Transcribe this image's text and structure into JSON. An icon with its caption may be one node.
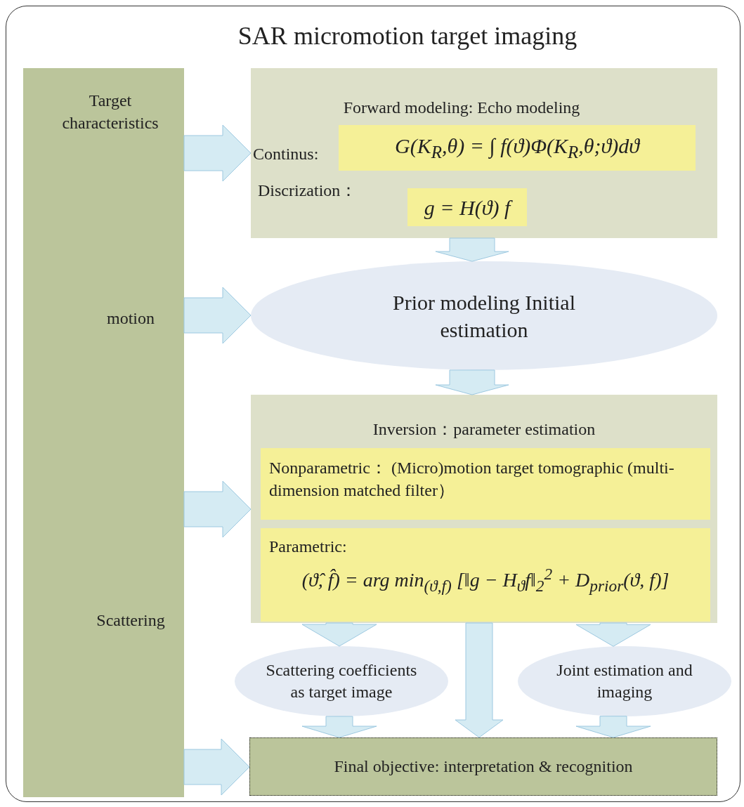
{
  "diagram": {
    "title": "SAR micromotion target imaging",
    "nodes": [
      {
        "text": [
          "Target characteristics",
          "motion",
          "Scattering"
        ]
      },
      {
        "text": [
          "Forward modeling: Echo modeling",
          "Continus:",
          "Discrization："
        ]
      },
      {
        "text": [
          "G(K$_{R}$,θ) = ∫ f(ϑ)Φ(K$_{R}$,θ;ϑ)dϑ"
        ],
        "in": 1
      },
      {
        "text": [
          "g = H(ϑ) f"
        ],
        "in": 1
      },
      {
        "text": [
          "Prior modeling Initial estimation"
        ]
      },
      {
        "text": [
          "Inversion：parameter estimation"
        ]
      },
      {
        "text": [
          "Nonparametric： (Micro)motion target tomographic (multi-dimension matched filter）"
        ],
        "in": 5
      },
      {
        "text": [
          "Parametric:",
          "(ϑ̂, f̂) = arg min$_{(ϑ,f)}$ [‖g − H$_{ϑ}$f‖$_{2}$$^{2}$ + D$_{prior}$(ϑ, f)]"
        ],
        "in": 5
      },
      {
        "text": [
          "Scattering coefficients as target image"
        ]
      },
      {
        "text": [
          "Joint estimation and imaging"
        ]
      },
      {
        "text": [
          "Final objective: interpretation & recognition"
        ]
      }
    ],
    "edges": [
      {
        "from": 0,
        "to": 1,
        "arrow": "to"
      },
      {
        "from": 0,
        "to": 4,
        "arrow": "to"
      },
      {
        "from": 0,
        "to": 5,
        "arrow": "to"
      },
      {
        "from": 0,
        "to": 10,
        "arrow": "to"
      },
      {
        "from": 1,
        "to": 4,
        "arrow": "to"
      },
      {
        "from": 4,
        "to": 5,
        "arrow": "to"
      },
      {
        "from": 5,
        "to": 8,
        "arrow": "to"
      },
      {
        "from": 5,
        "to": 9,
        "arrow": "to"
      },
      {
        "from": 5,
        "to": 10,
        "arrow": "to"
      },
      {
        "from": 8,
        "to": 10,
        "arrow": "to"
      },
      {
        "from": 9,
        "to": 10,
        "arrow": "to"
      }
    ]
  }
}
